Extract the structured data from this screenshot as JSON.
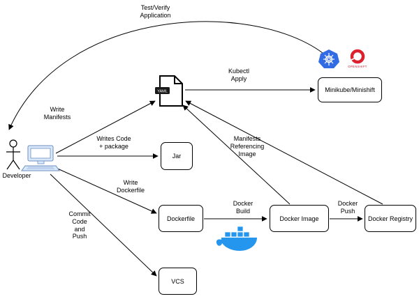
{
  "diagram": {
    "nodes": {
      "developer": "Developer",
      "minikube": "Minikube/Minishift",
      "jar": "Jar",
      "dockerfile": "Dockerfile",
      "docker_image": "Docker Image",
      "docker_registry": "Docker Registry",
      "vcs": "VCS",
      "yaml_badge": "YAML",
      "openshift_wordmark": "OPENSHIFT"
    },
    "labels": {
      "test_verify": "Test/Verify\nApplication",
      "write_manifests": "Write\nManifests",
      "writes_code": "Writes Code\n+ package",
      "write_dockerfile": "Write\nDockerfile",
      "commit_code": "Commit\nCode\nand\nPush",
      "kubectl_apply": "Kubectl\nApply",
      "manifests_referencing": "Manifests\nReferencing\nImage",
      "docker_build": "Docker\nBuild",
      "docker_push": "Docker\nPush"
    },
    "colors": {
      "line": "#000000",
      "kubernetes_blue": "#326ce5",
      "openshift_red": "#db212e",
      "docker_blue": "#2496ed",
      "computer_fill": "#dae8fc",
      "computer_stroke": "#6c8ebf"
    }
  }
}
